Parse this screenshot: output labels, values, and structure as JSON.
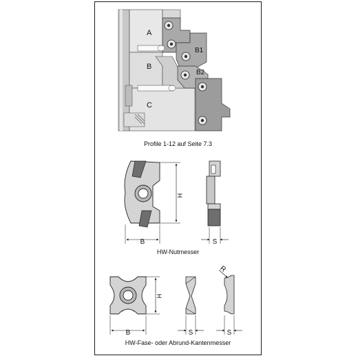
{
  "assembly": {
    "labels": {
      "a": "A",
      "b": "B",
      "b1": "B1",
      "b2": "B2",
      "c": "C"
    },
    "caption": "Profile 1-12 auf Seite 7.3"
  },
  "nutmesser": {
    "dim_height": "H",
    "dim_width": "B",
    "dim_thickness": "S",
    "caption": "HW-Nutmesser"
  },
  "kantenmesser": {
    "dim_height": "H",
    "dim_width": "B",
    "dim_thickness_1": "S",
    "dim_thickness_2": "S",
    "dim_radius": "R",
    "caption": "HW-Fase- oder Abrund-Kantenmesser"
  },
  "colors": {
    "light_gray": "#d4d4d4",
    "mid_gray": "#a9a9a9",
    "dark_gray": "#6e6e6e",
    "line": "#111111"
  }
}
